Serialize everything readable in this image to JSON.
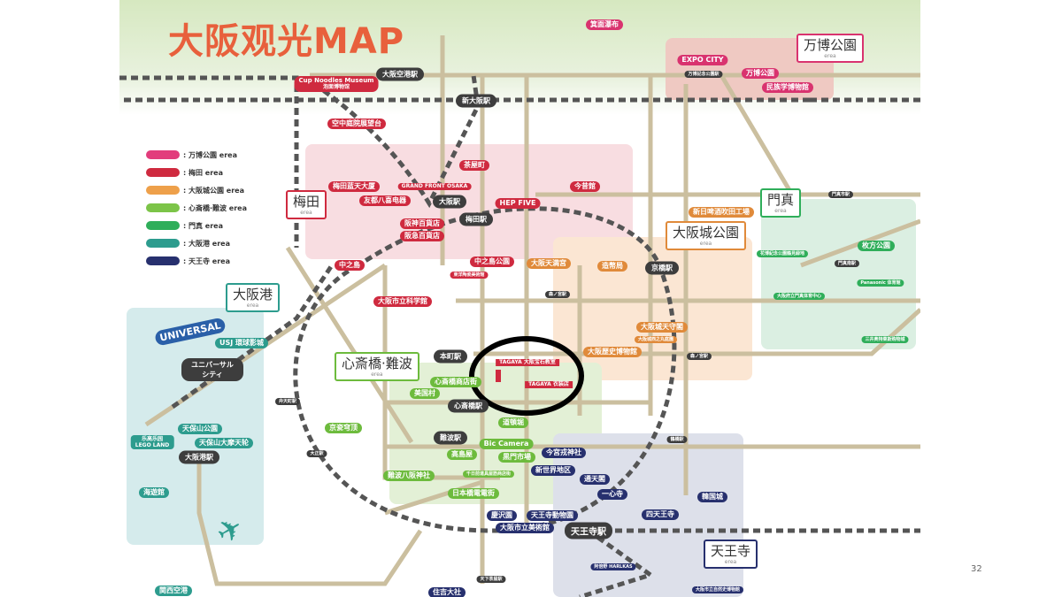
{
  "title": "大阪观光MAP",
  "page_number": "32",
  "legend": [
    {
      "label": ": 万博公園 erea",
      "color": "#e23d7c"
    },
    {
      "label": ": 梅田 erea",
      "color": "#cf2a3f"
    },
    {
      "label": ": 大阪城公園 erea",
      "color": "#eea04a"
    },
    {
      "label": ": 心斎橋·難波 erea",
      "color": "#7cc448"
    },
    {
      "label": ": 門真 erea",
      "color": "#2fae5a"
    },
    {
      "label": ": 大阪港 erea",
      "color": "#2d9c8e"
    },
    {
      "label": ": 天王寺 erea",
      "color": "#27306e"
    }
  ],
  "areas": {
    "expo": {
      "name": "万博公園",
      "sub": "erea"
    },
    "umeda": {
      "name": "梅田",
      "sub": "erea"
    },
    "castle": {
      "name": "大阪城公園",
      "sub": "erea"
    },
    "kadoma": {
      "name": "門真",
      "sub": "erea"
    },
    "port": {
      "name": "大阪港",
      "sub": "erea"
    },
    "namba": {
      "name": "心斎橋·難波",
      "sub": "erea"
    },
    "tennoji": {
      "name": "天王寺",
      "sub": "erea"
    }
  },
  "stations": {
    "itami": "大阪空港駅",
    "shinosaka": "新大阪駅",
    "osaka": "大阪駅",
    "umeda": "梅田駅",
    "kyobashi": "京橋駅",
    "hommachi": "本町駅",
    "shinsaibashi": "心斎橋駅",
    "namba": "難波駅",
    "osakako": "大阪港駅",
    "usj": "ユニバーサル シティ",
    "tennoji": "天王寺駅",
    "expo": "万博記念公園駅",
    "kadomashi": "門真市駅",
    "kadomaminami": "門真南駅",
    "morinomiya1": "森ノ宮駅",
    "morinomiya2": "森ノ宮駅",
    "tsuruhashi": "鶴橋駅",
    "bentencho": "弁天町駅",
    "taisho": "大正駅",
    "tengachaya": "天下茶屋駅"
  },
  "spots": {
    "minoo": "箕面瀑布",
    "expocity": "EXPO CITY",
    "expopark": "万博公園",
    "minpaku": "民族学博物館",
    "cupnoodles": "Cup Noodles Museum",
    "cupnoodles_cn": "泡面博物馆",
    "kuchu": "空中庭院展望台",
    "chayamachi": "茶屋町",
    "skybldg": "梅田蓝天大厦",
    "grandfront": "GRAND FRONT OSAKA",
    "yodobashi": "友都八喜电器",
    "hepfive": "HEP FIVE",
    "konjakukan": "今昔館",
    "hanshin": "阪神百貨店",
    "hankyu": "阪急百貨店",
    "nakanoshima": "中之島",
    "nakanoshimapark": "中之島公園",
    "toyotoji": "東洋陶瓷美術館",
    "science": "大阪市立科学館",
    "tenmangu": "大阪天満宮",
    "zoheikyoku": "造幣局",
    "asahi": "新日啤酒吹田工場",
    "tenshukaku": "大阪城天守閣",
    "nishinomaru": "大阪城西之丸庭園",
    "history": "大阪歴史博物館",
    "tsurumi": "花博紀念公園鶴見緑地",
    "hirakata": "枚方公園",
    "panasonic": "Panasonic 体育館",
    "kadomagym": "大阪府立門真体育中心",
    "mitsui": "三井奥特莱斯购物城",
    "shinsaibashist": "心斎橋商店街",
    "amemura": "美国村",
    "dotonbori": "道頓堀",
    "biccamera": "Bic Camera",
    "takashimaya": "高島屋",
    "kuromon": "黒門市場",
    "kyocera": "京瓷穹顶",
    "yasaka": "難波八阪神社",
    "sennichimae": "千日前道具屋筋商店街",
    "denden": "日本橋電電街",
    "usjlabel": "USJ 環球影城",
    "universal": "UNIVERSAL",
    "tempozanpark": "天保山公園",
    "wheel": "天保山大摩天轮",
    "legoland_cn": "乐高乐园",
    "legoland": "LEGO LAND",
    "kaiyukan": "海遊館",
    "kix": "関西空港",
    "imamiya": "今宮戎神社",
    "shinsekai": "新世界地区",
    "tsutenkaku": "通天閣",
    "isshinji": "一心寺",
    "koreatown": "韓国城",
    "shitennoji": "四天王寺",
    "keitakuen": "慶沢園",
    "zoo": "天王寺動物園",
    "artmuseum": "大阪市立美術館",
    "harukas": "阿倍野 HARLKAS",
    "naturalhistory": "大阪市立自然史博物館",
    "sumiyoshi": "住吉大社",
    "tagaya1": "TAGAYA 大阪宝石教室",
    "tagaya2": "TAGAYA 衣装店"
  }
}
